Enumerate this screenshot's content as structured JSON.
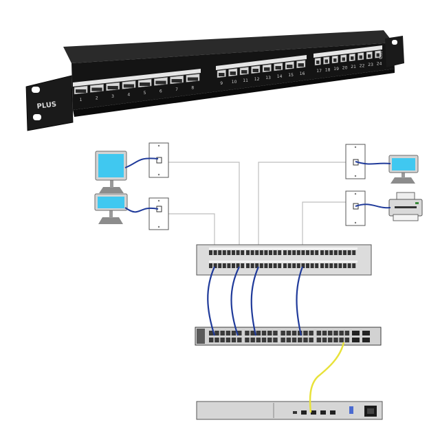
{
  "panel": {
    "brand_line1": "",
    "brand_line2": "PLUS",
    "category": "Cat 6",
    "port_numbers": [
      "1",
      "2",
      "3",
      "4",
      "5",
      "6",
      "7",
      "8",
      "9",
      "10",
      "11",
      "12",
      "13",
      "14",
      "15",
      "16",
      "17",
      "18",
      "19",
      "20",
      "21",
      "22",
      "23",
      "24"
    ]
  },
  "colors": {
    "panel_body": "#1c1c1c",
    "port_label_strip": "#e6e6e6",
    "patch_cable": "#1f3a9a",
    "uplink_cable": "#e8e23a",
    "wall_wire": "#bdbdbd",
    "monitor_screen": "#40c8f0"
  },
  "icons": [
    "monitor-icon",
    "wall-jack-icon",
    "printer-icon",
    "patch-panel-icon",
    "network-switch-icon",
    "router-icon"
  ]
}
